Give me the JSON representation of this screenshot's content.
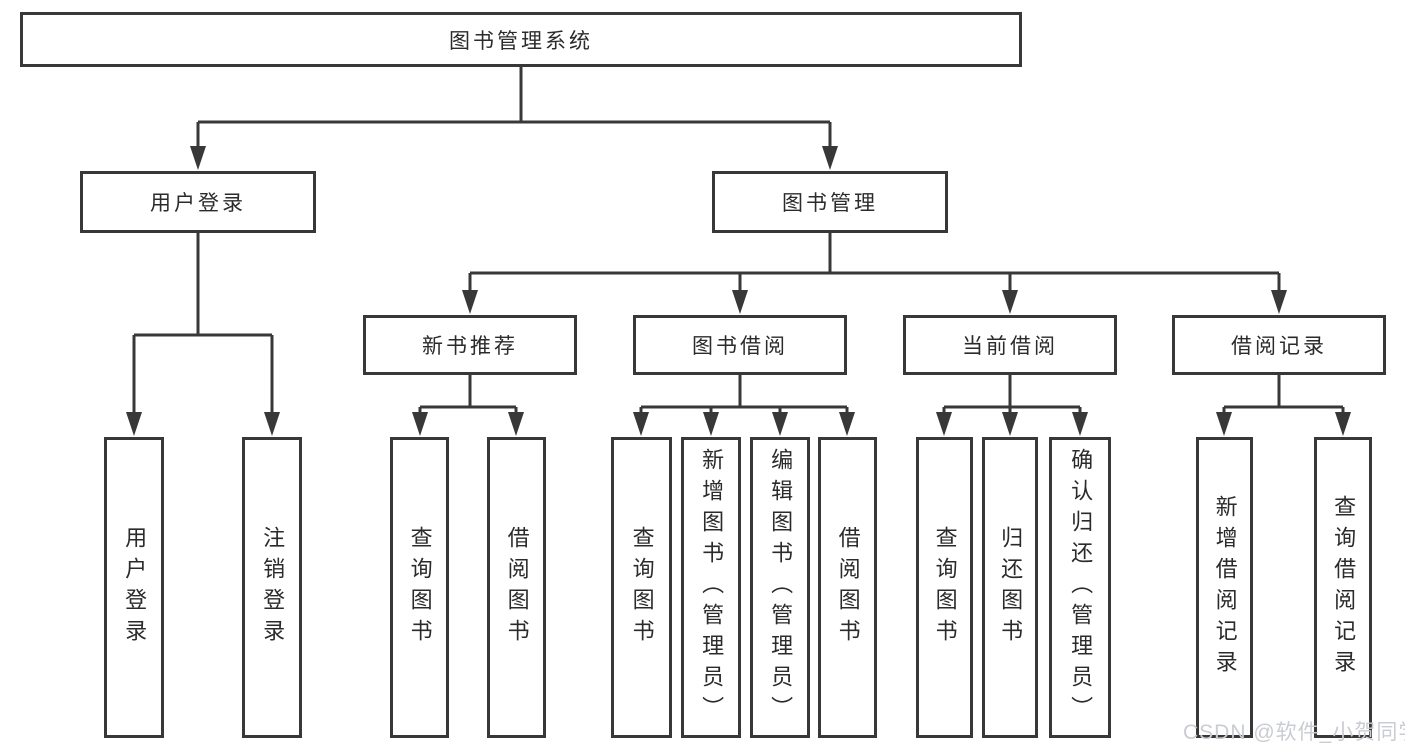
{
  "diagram": {
    "type": "tree",
    "root": {
      "label": "图书管理系统",
      "children": [
        {
          "label": "用户登录",
          "children": [
            {
              "label": "用户登录"
            },
            {
              "label": "注销登录"
            }
          ]
        },
        {
          "label": "图书管理",
          "children": [
            {
              "label": "新书推荐",
              "children": [
                {
                  "label": "查询图书"
                },
                {
                  "label": "借阅图书"
                }
              ]
            },
            {
              "label": "图书借阅",
              "children": [
                {
                  "label": "查询图书"
                },
                {
                  "label": "新增图书（管理员）"
                },
                {
                  "label": "编辑图书（管理员）"
                },
                {
                  "label": "借阅图书"
                }
              ]
            },
            {
              "label": "当前借阅",
              "children": [
                {
                  "label": "查询图书"
                },
                {
                  "label": "归还图书"
                },
                {
                  "label": "确认归还（管理员）"
                }
              ]
            },
            {
              "label": "借阅记录",
              "children": [
                {
                  "label": "新增借阅记录"
                },
                {
                  "label": "查询借阅记录"
                }
              ]
            }
          ]
        }
      ]
    }
  },
  "colors": {
    "line": "#383838",
    "text": "#2b2b2b",
    "background": "#ffffff",
    "watermark": "#c9ccd2"
  },
  "watermark": {
    "text": "CSDN @软件_小贺同学"
  }
}
